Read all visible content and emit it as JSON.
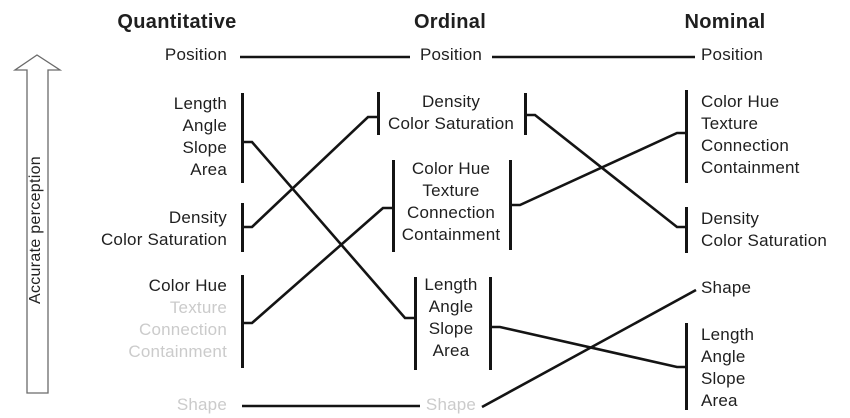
{
  "colors": {
    "ink": "#1f1f1f",
    "muted_text": "#cbcbcb",
    "line": "#141414",
    "arrow_outline": "#6a6a6a",
    "background": "#ffffff"
  },
  "arrow": {
    "label": "Accurate perception",
    "direction": "up"
  },
  "columns": {
    "quantitative": {
      "title": "Quantitative",
      "groups": [
        [
          "Position"
        ],
        [
          "Length",
          "Angle",
          "Slope",
          "Area"
        ],
        [
          "Density",
          "Color Saturation"
        ],
        [
          "Color Hue",
          "Texture",
          "Connection",
          "Containment"
        ],
        [
          "Shape"
        ]
      ],
      "muted_items": [
        "Texture",
        "Connection",
        "Containment",
        "Shape"
      ]
    },
    "ordinal": {
      "title": "Ordinal",
      "groups": [
        [
          "Position"
        ],
        [
          "Density",
          "Color Saturation"
        ],
        [
          "Color Hue",
          "Texture",
          "Connection",
          "Containment"
        ],
        [
          "Length",
          "Angle",
          "Slope",
          "Area"
        ],
        [
          "Shape"
        ]
      ],
      "muted_items": [
        "Shape"
      ]
    },
    "nominal": {
      "title": "Nominal",
      "groups": [
        [
          "Position"
        ],
        [
          "Color Hue",
          "Texture",
          "Connection",
          "Containment"
        ],
        [
          "Density",
          "Color Saturation"
        ],
        [
          "Shape"
        ],
        [
          "Length",
          "Angle",
          "Slope",
          "Area"
        ]
      ],
      "muted_items": []
    }
  },
  "connections": [
    {
      "from": "quantitative:Position",
      "to": "ordinal:Position"
    },
    {
      "from": "ordinal:Position",
      "to": "nominal:Position"
    },
    {
      "from": "quantitative:Length/Angle/Slope/Area",
      "to": "ordinal:Length/Angle/Slope/Area"
    },
    {
      "from": "quantitative:Density/Color Saturation",
      "to": "ordinal:Density/Color Saturation"
    },
    {
      "from": "quantitative:Color Hue group",
      "to": "ordinal:Color Hue group"
    },
    {
      "from": "quantitative:Shape",
      "to": "ordinal:Shape"
    },
    {
      "from": "ordinal:Density/Color Saturation",
      "to": "nominal:Density/Color Saturation"
    },
    {
      "from": "ordinal:Color Hue group",
      "to": "nominal:Color Hue group"
    },
    {
      "from": "ordinal:Length/Angle/Slope/Area",
      "to": "nominal:Length/Angle/Slope/Area"
    },
    {
      "from": "ordinal:Shape",
      "to": "nominal:Shape"
    }
  ]
}
